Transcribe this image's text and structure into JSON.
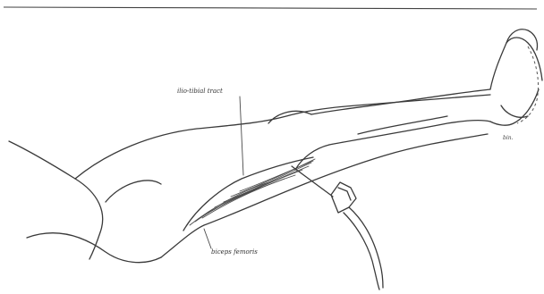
{
  "labels": {
    "ilio_tibial": "ilio-tibial tract",
    "biceps_femoris": "biceps femoris",
    "signature": "bin."
  },
  "colors": {
    "ink": "#3a3a3a",
    "background": "#ffffff"
  }
}
